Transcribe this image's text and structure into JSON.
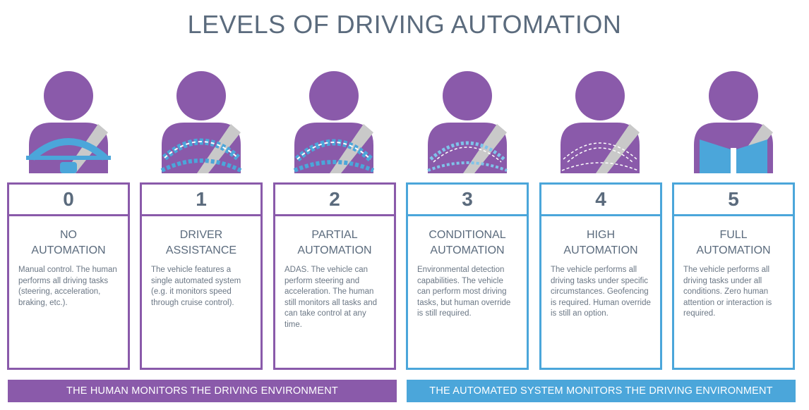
{
  "title": "LEVELS OF DRIVING AUTOMATION",
  "colors": {
    "human": "#8a5aaa",
    "system": "#4ba6da",
    "text": "#5b6b7d",
    "belt": "#c9c9c9"
  },
  "levels": [
    {
      "number": "0",
      "name_line1": "NO",
      "name_line2": "AUTOMATION",
      "description": "Manual control. The human performs all driving tasks (steering, acceleration, braking, etc.).",
      "icon": "driver-with-solid-wheel"
    },
    {
      "number": "1",
      "name_line1": "DRIVER",
      "name_line2": "ASSISTANCE",
      "description": "The vehicle features a single automated system (e.g. it monitors speed through cruise control).",
      "icon": "driver-with-dashed-wheel"
    },
    {
      "number": "2",
      "name_line1": "PARTIAL",
      "name_line2": "AUTOMATION",
      "description": "ADAS. The vehicle can perform steering and acceleration. The human still monitors all tasks and can take control at any time.",
      "icon": "driver-with-dashed-wheel"
    },
    {
      "number": "3",
      "name_line1": "CONDITIONAL",
      "name_line2": "AUTOMATION",
      "description": "Environmental detection capabilities. The vehicle can perform most driving tasks, but human override is still required.",
      "icon": "driver-with-faded-wheel"
    },
    {
      "number": "4",
      "name_line1": "HIGH",
      "name_line2": "AUTOMATION",
      "description": "The vehicle performs all driving tasks under specific circumstances. Geofencing is required. Human override is still an option.",
      "icon": "driver-with-outline-wheel"
    },
    {
      "number": "5",
      "name_line1": "FULL",
      "name_line2": "AUTOMATION",
      "description": "The vehicle performs all driving tasks under all conditions. Zero human attention or interaction is required.",
      "icon": "driver-reading-book"
    }
  ],
  "banners": {
    "human": "THE HUMAN MONITORS THE DRIVING ENVIRONMENT",
    "system": "THE AUTOMATED SYSTEM MONITORS THE DRIVING ENVIRONMENT"
  }
}
